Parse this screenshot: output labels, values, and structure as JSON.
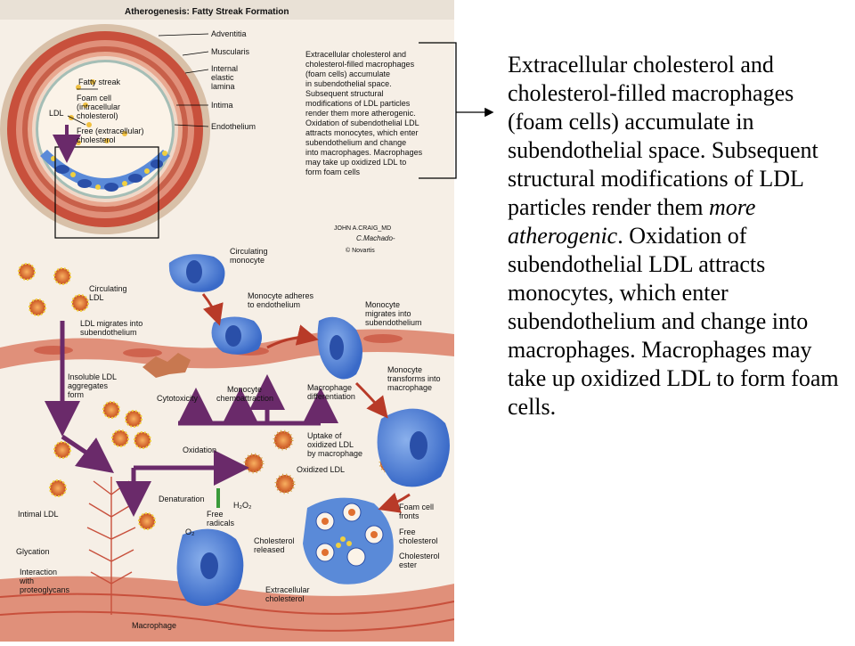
{
  "figure": {
    "title": "Atherogenesis: Fatty Streak Formation",
    "vessel_labels": {
      "adventitia": "Adventitia",
      "muscularis": "Muscularis",
      "internal_elastic_lamina_1": "Internal",
      "internal_elastic_lamina_2": "elastic",
      "internal_elastic_lamina_3": "lamina",
      "intima": "Intima",
      "endothelium": "Endothelium",
      "fatty_streak": "Fatty streak",
      "foam_cell_1": "Foam cell",
      "foam_cell_2": "(intracellular",
      "foam_cell_3": "cholesterol)",
      "ldl": "LDL",
      "free_chol_1": "Free (extracellular)",
      "free_chol_2": "cholesterol"
    },
    "inset_text": [
      "Extracellular cholesterol and",
      "cholesterol-filled macrophages",
      "(foam cells) accumulate",
      "in subendothelial space.",
      "Subsequent structural",
      "modifications of LDL particles",
      "render them more atherogenic.",
      "Oxidation of subendothelial LDL",
      "attracts monocytes, which enter",
      "subendothelium and change",
      "into macrophages. Macrophages",
      "may take up oxidized LDL to",
      "form foam cells"
    ],
    "credit_1": "JOHN A.CRAIG_MD",
    "credit_2": "C.Machado-",
    "credit_3": "© Novartis",
    "process_labels": {
      "circulating_ldl_1": "Circulating",
      "circulating_ldl_2": "LDL",
      "circulating_monocyte_1": "Circulating",
      "circulating_monocyte_2": "monocyte",
      "monocyte_adheres_1": "Monocyte adheres",
      "monocyte_adheres_2": "to endothelium",
      "monocyte_migrates_1": "Monocyte",
      "monocyte_migrates_2": "migrates into",
      "monocyte_migrates_3": "subendothelium",
      "ldl_migrates_1": "LDL migrates into",
      "ldl_migrates_2": "subendothelium",
      "insoluble_1": "Insoluble LDL",
      "insoluble_2": "aggregates",
      "insoluble_3": "form",
      "cytotoxicity": "Cytotoxicity",
      "chemo_1": "Monocyte",
      "chemo_2": "chemoattraction",
      "macro_diff_1": "Macrophage",
      "macro_diff_2": "differentiation",
      "transforms_1": "Monocyte",
      "transforms_2": "transforms into",
      "transforms_3": "macrophage",
      "oxidation": "Oxidation",
      "uptake_1": "Uptake of",
      "uptake_2": "oxidized LDL",
      "uptake_3": "by macrophage",
      "oxidized_ldl": "Oxidized LDL",
      "denaturation": "Denaturation",
      "h2o2": "H₂O₂",
      "free_radicals_1": "Free",
      "free_radicals_2": "radicals",
      "o2": "O₂",
      "intimal_ldl": "Intimal LDL",
      "glycation": "Glycation",
      "interaction_1": "Interaction",
      "interaction_2": "with",
      "interaction_3": "proteoglycans",
      "macrophage": "Macrophage",
      "chol_released_1": "Cholesterol",
      "chol_released_2": "released",
      "extracellular_1": "Extracellular",
      "extracellular_2": "cholesterol",
      "foam_frontiers_1": "Foam cell",
      "foam_frontiers_2": "fronts",
      "free_cholesterol_1": "Free",
      "free_cholesterol_2": "cholesterol",
      "chol_ester_1": "Cholesterol",
      "chol_ester_2": "ester"
    }
  },
  "caption": {
    "part1": "Extracellular cholesterol and cholesterol-filled macrophages (foam cells) accumulate in subendothelial space. Subsequent structural modifications of LDL particles render them ",
    "italic": "more atherogenic",
    "part2": ".  Oxidation of subendothelial LDL attracts monocytes, which enter subendothelium and change into macrophages. Macrophages may take up oxidized LDL to form foam cells."
  },
  "colors": {
    "vessel_red": "#c8503c",
    "muscle_pink": "#e0907a",
    "endothelium": "#e8b098",
    "cell_blue": "#5a8ad8",
    "nucleus_blue": "#2a4fa8",
    "ldl_orange": "#e07030",
    "ldl_yellow": "#f0d040",
    "arrow_purple": "#6a2a6a",
    "arrow_red": "#b83a28",
    "arrow_green": "#3a9a3a"
  }
}
